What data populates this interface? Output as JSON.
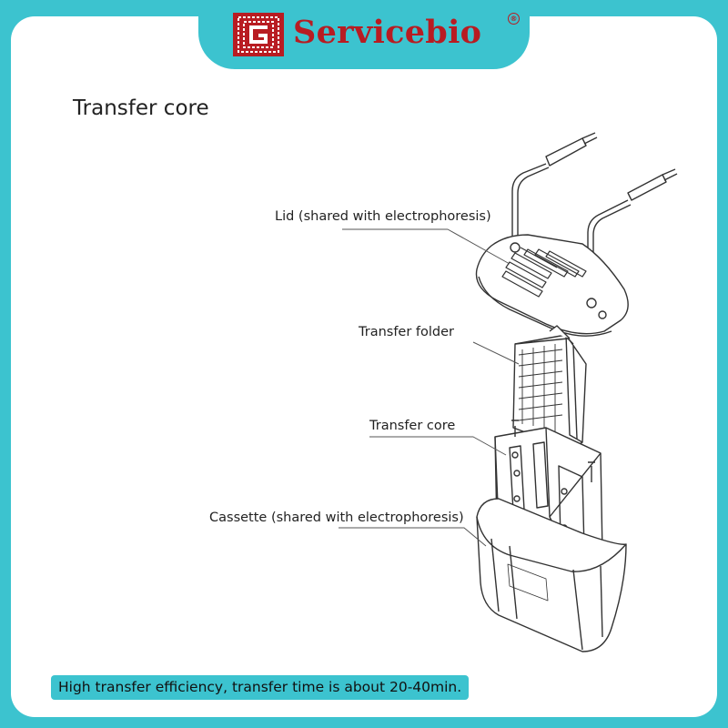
{
  "brand": {
    "name": "Servicebio",
    "registered_mark": "®"
  },
  "title": "Transfer core",
  "diagram": {
    "labels": [
      {
        "id": "lid",
        "text": "Lid (shared with electrophoresis)"
      },
      {
        "id": "folder",
        "text": "Transfer folder"
      },
      {
        "id": "core",
        "text": "Transfer core"
      },
      {
        "id": "cassette",
        "text": "Cassette (shared with electrophoresis)"
      }
    ]
  },
  "footer": {
    "text": "High transfer efficiency, transfer time is about 20-40min."
  },
  "colors": {
    "background": "#3cc3cf",
    "brand_red": "#b81c22",
    "card": "#ffffff"
  }
}
